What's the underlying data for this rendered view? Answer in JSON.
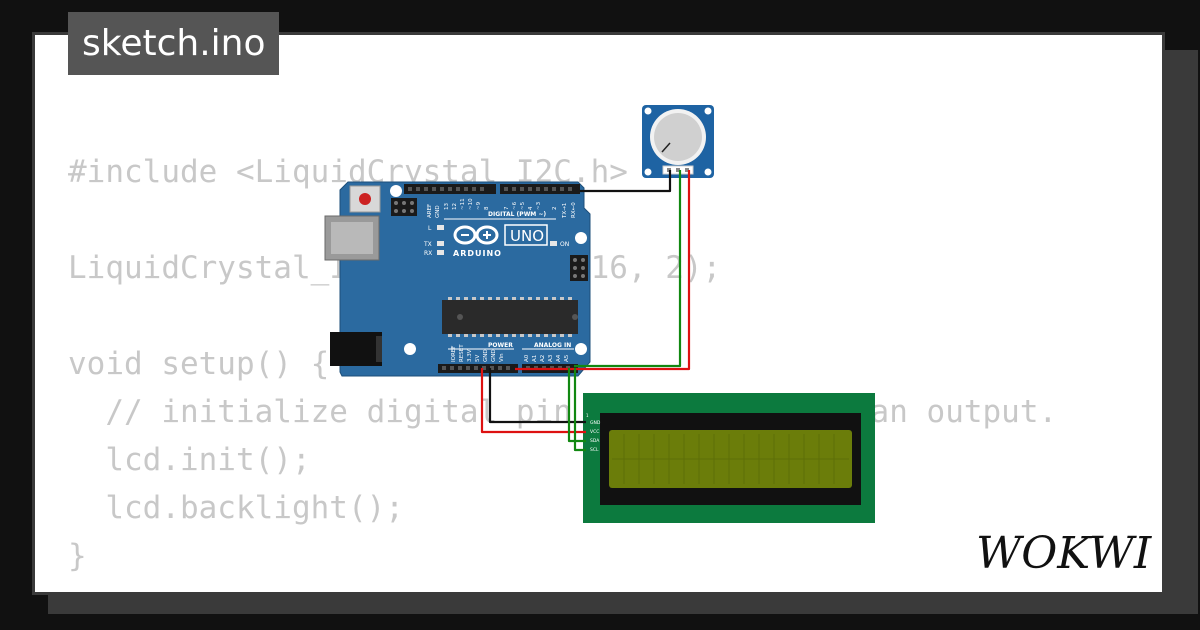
{
  "project": {
    "file_name": "sketch.ino"
  },
  "code_lines": [
    "#include <LiquidCrystal_I2C.h>",
    "",
    "LiquidCrystal_I2C lcd(0x27, 16, 2);",
    "",
    "void setup() {",
    "  // initialize digital pin LED_BUILTIN as an output.",
    "  lcd.init();",
    "  lcd.backlight();",
    "}"
  ],
  "arduino": {
    "model": "UNO",
    "brand": "ARDUINO",
    "label_digital": "DIGITAL (PWM ~)",
    "label_power": "POWER",
    "label_analog": "ANALOG IN",
    "label_led": "L",
    "label_tx": "TX",
    "label_rx": "RX",
    "label_on": "ON",
    "digital_pins": [
      "AREF",
      "GND",
      "13",
      "12",
      "~11",
      "~10",
      "~9",
      "8",
      "7",
      "~6",
      "~5",
      "4",
      "~3",
      "2",
      "TX→1",
      "RX←0"
    ],
    "power_pins": [
      "IOREF",
      "RESET",
      "3.3V",
      "5V",
      "GND",
      "GND",
      "Vin"
    ],
    "analog_pins": [
      "A0",
      "A1",
      "A2",
      "A3",
      "A4",
      "A5"
    ]
  },
  "potentiometer": {
    "pin_labels": "GND SIG VCC"
  },
  "lcd": {
    "pins": [
      "GND",
      "VCC",
      "SDA",
      "SCL"
    ]
  },
  "brand_logo": {
    "text": "WOKWI"
  },
  "colors": {
    "background": "#111111",
    "card": "#ffffff",
    "code_text": "#c8c8c8",
    "board_blue": "#2b6aa0",
    "lcd_pcb": "#0c7a3e",
    "lcd_screen": "#6b7d0a",
    "wire_red": "#dd1111",
    "wire_green": "#118811",
    "wire_black": "#111111"
  }
}
